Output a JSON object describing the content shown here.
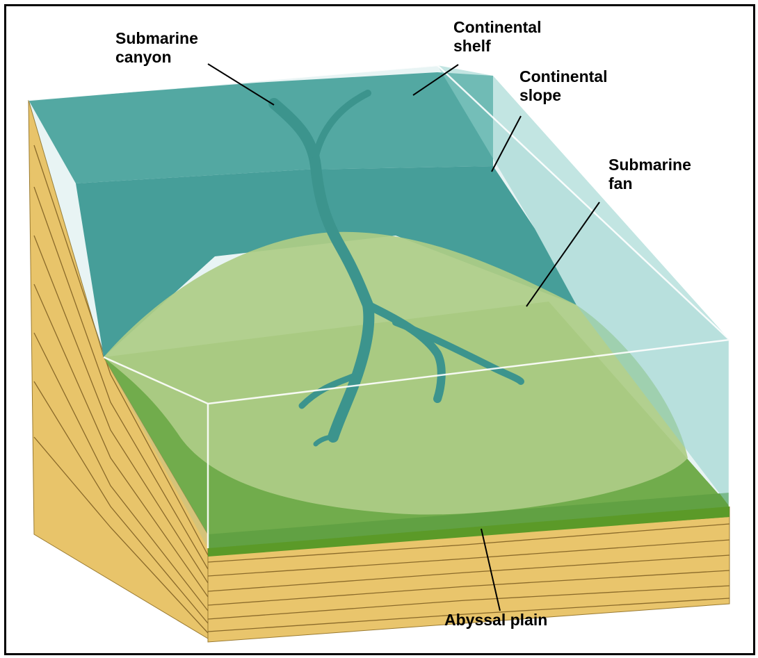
{
  "labels": {
    "submarine_canyon": [
      "Submarine",
      "canyon"
    ],
    "continental_shelf": [
      "Continental",
      "shelf"
    ],
    "continental_slope": [
      "Continental",
      "slope"
    ],
    "submarine_fan": [
      "Submarine",
      "fan"
    ],
    "abyssal_plain": "Abyssal plain"
  },
  "colors": {
    "water": "#7fc4c0",
    "shelf": "#4aa39c",
    "slope": "#3a9690",
    "fan": "#b9cf7a",
    "plain": "#6ea832",
    "canyon": "#2e8a82",
    "sediment": "#e8c46a",
    "sediment_line": "#8a6a2a"
  }
}
